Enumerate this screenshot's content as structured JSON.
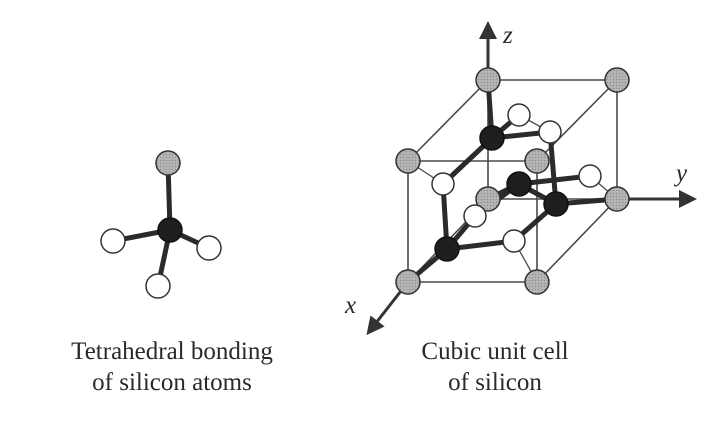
{
  "captions": {
    "left": [
      "Tetrahedral bonding",
      "of silicon atoms"
    ],
    "right": [
      "Cubic unit cell",
      "of silicon"
    ]
  },
  "axes": {
    "x": "x",
    "y": "y",
    "z": "z"
  },
  "colors": {
    "corner_atom": "#a9a9a9",
    "interior_atom": "#1e1e1e",
    "face_atom": "#ffffff",
    "bond": "#2b2b2b",
    "cell_edge": "#4a4a4a"
  }
}
